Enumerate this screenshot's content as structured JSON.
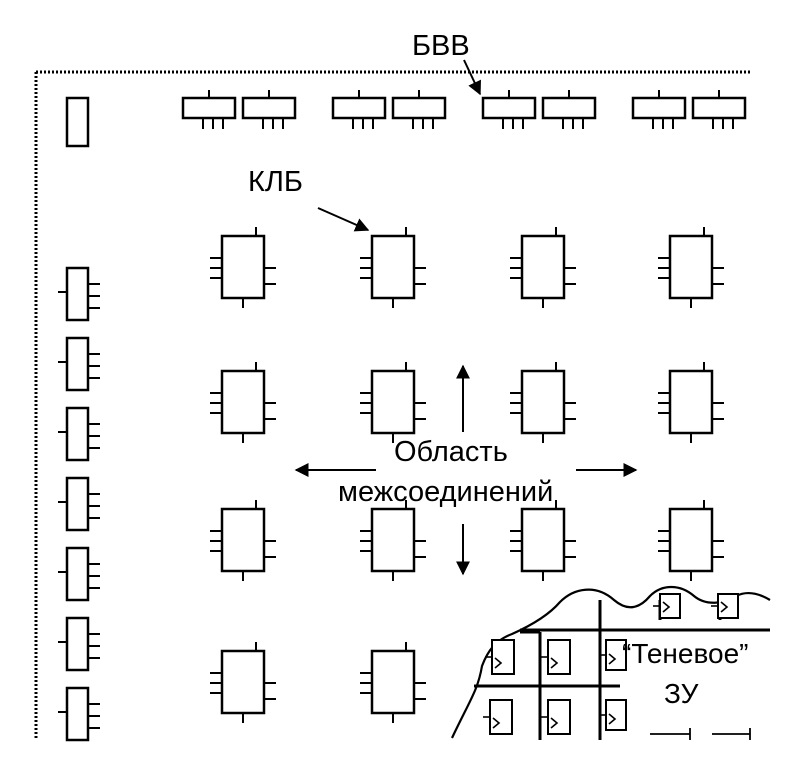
{
  "labels": {
    "io_blocks": "БВВ",
    "logic_blocks": "КЛБ",
    "interconnect_line1": "Область",
    "interconnect_line2": "межсоединений",
    "shadow_memory_line1": "“Теневое”",
    "shadow_memory_line2": "ЗУ"
  },
  "colors": {
    "ink": "#000000",
    "background": "#ffffff"
  },
  "icons": {
    "pointer": "arrow-icon",
    "direction": "double-headed-arrow-icon"
  }
}
